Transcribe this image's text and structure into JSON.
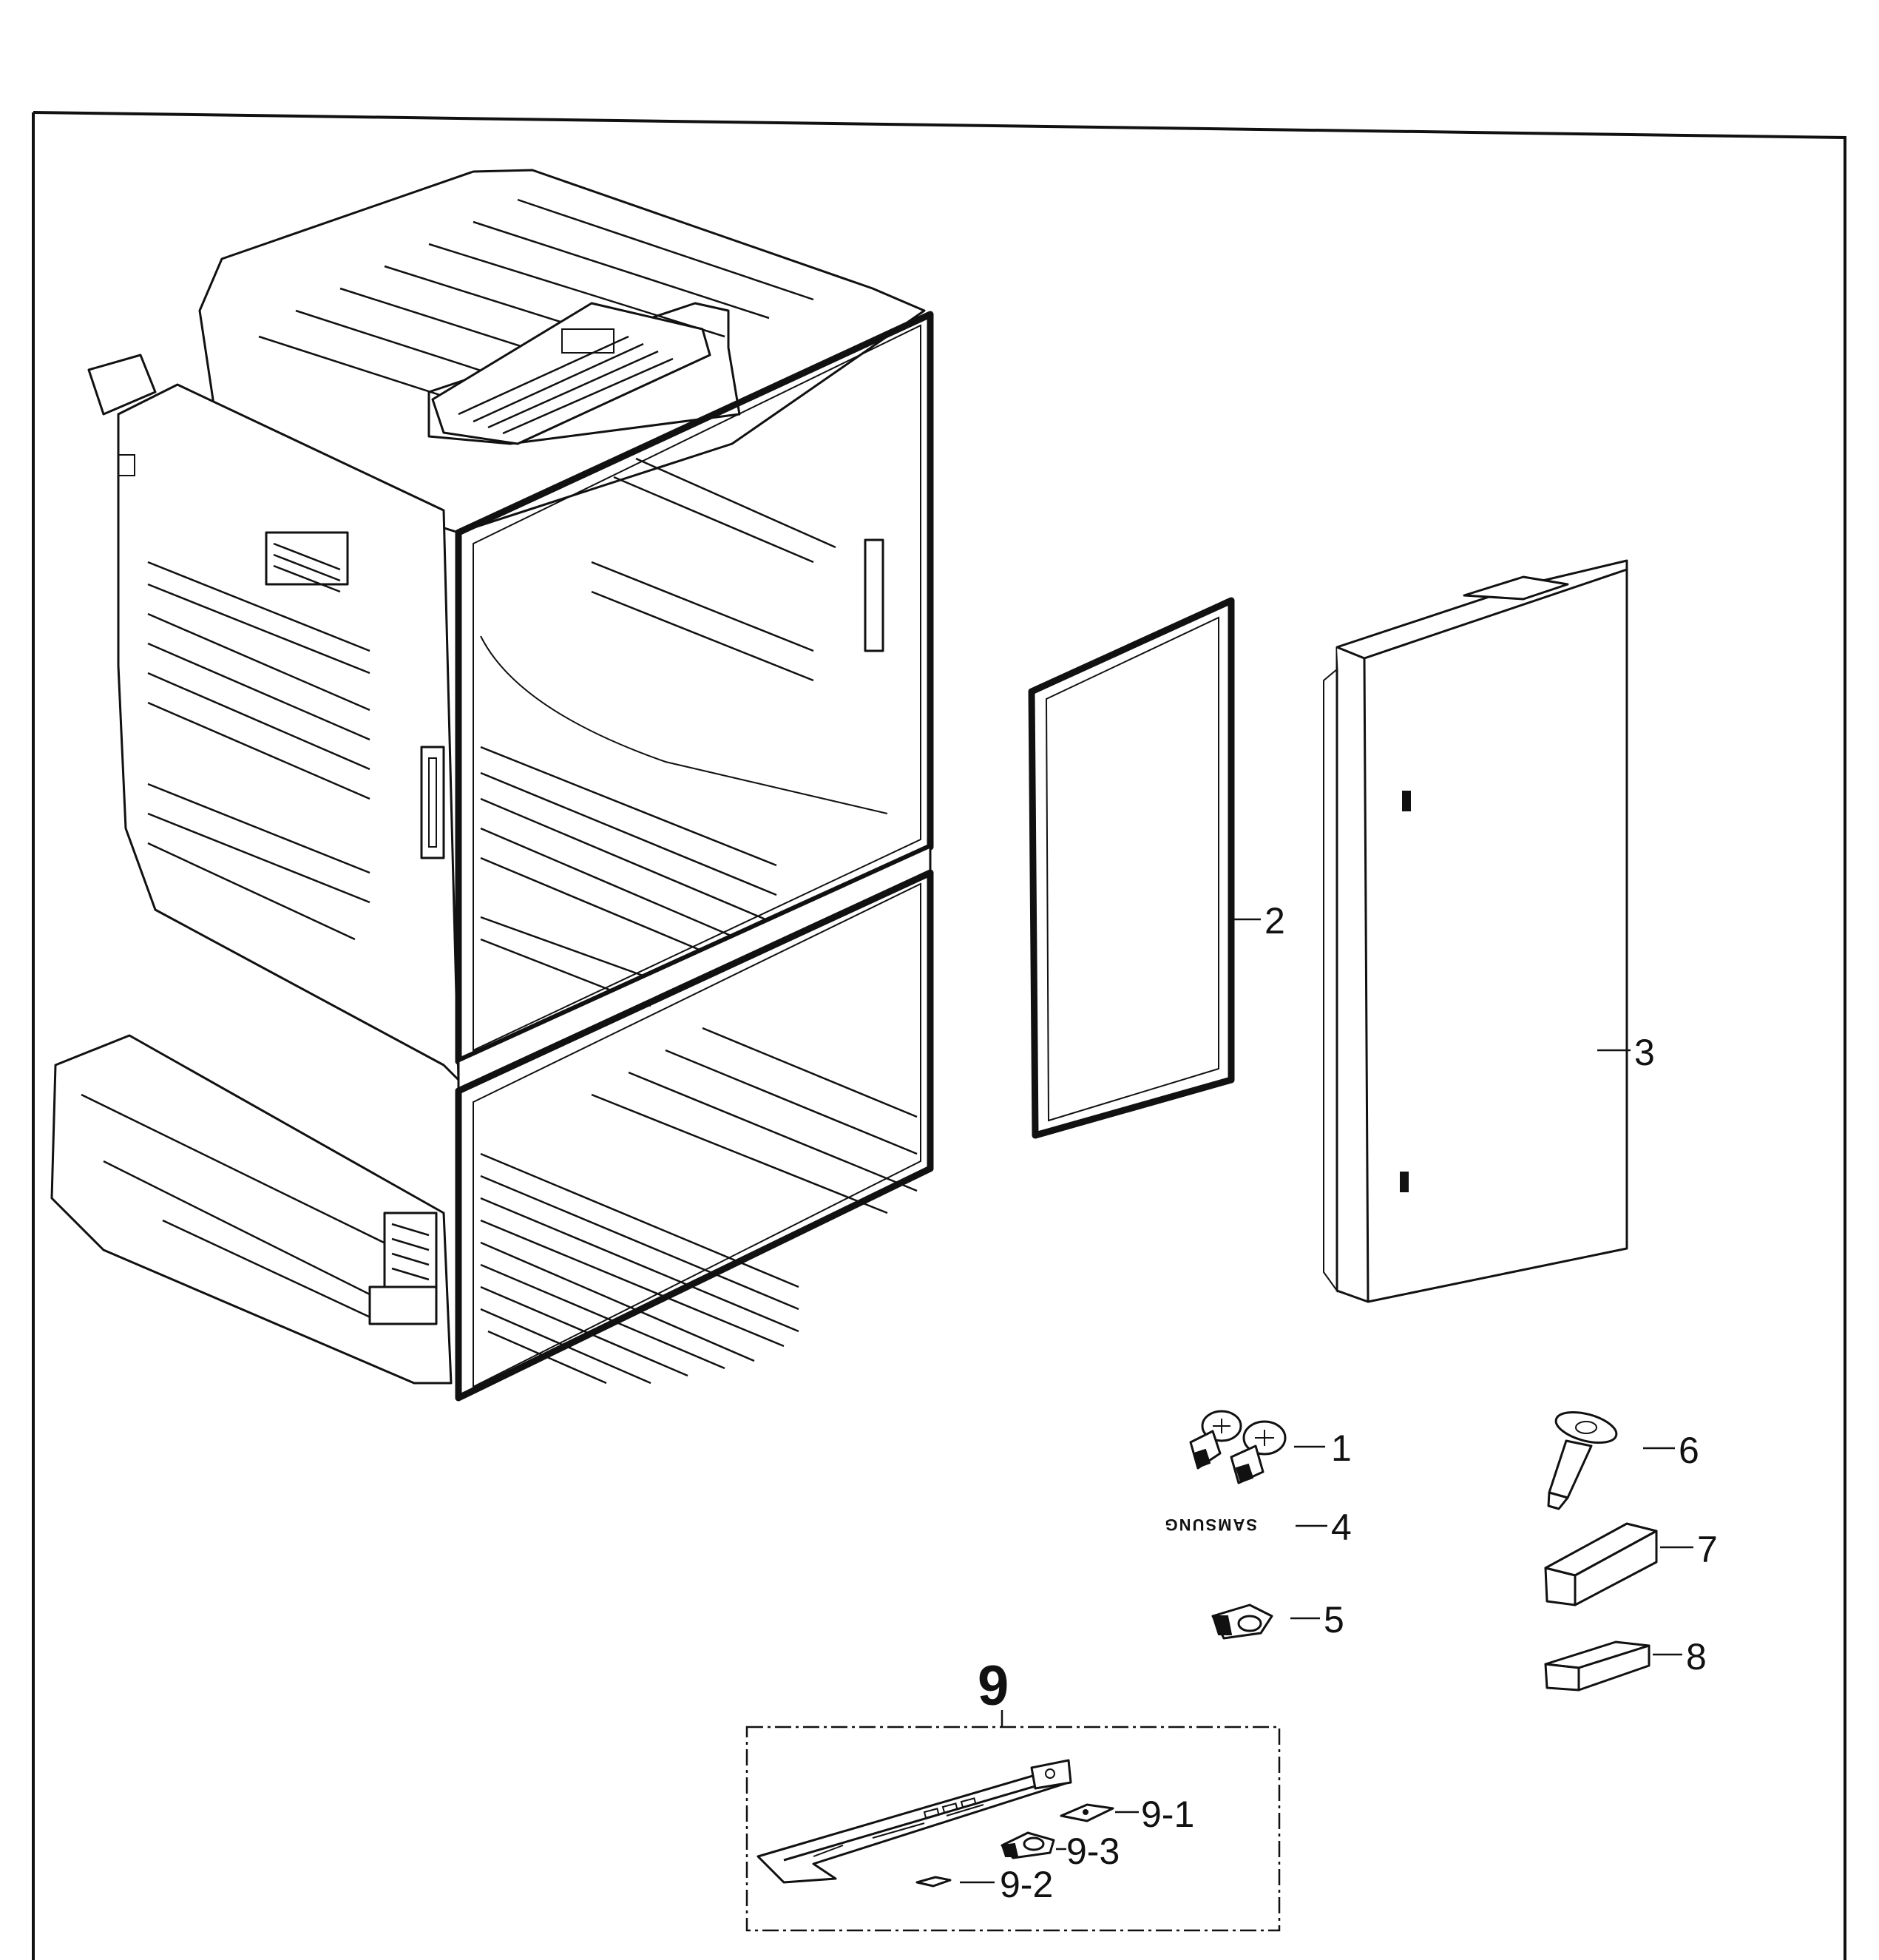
{
  "diagram": {
    "callouts": [
      {
        "id": "1",
        "label": "1"
      },
      {
        "id": "2",
        "label": "2"
      },
      {
        "id": "3",
        "label": "3"
      },
      {
        "id": "4",
        "label": "4"
      },
      {
        "id": "5",
        "label": "5"
      },
      {
        "id": "6",
        "label": "6"
      },
      {
        "id": "7",
        "label": "7"
      },
      {
        "id": "8",
        "label": "8"
      },
      {
        "id": "9",
        "label": "9"
      },
      {
        "id": "9-1",
        "label": "9-1"
      },
      {
        "id": "9-2",
        "label": "9-2"
      },
      {
        "id": "9-3",
        "label": "9-3"
      }
    ],
    "logo_text": "SAMSUNG"
  }
}
